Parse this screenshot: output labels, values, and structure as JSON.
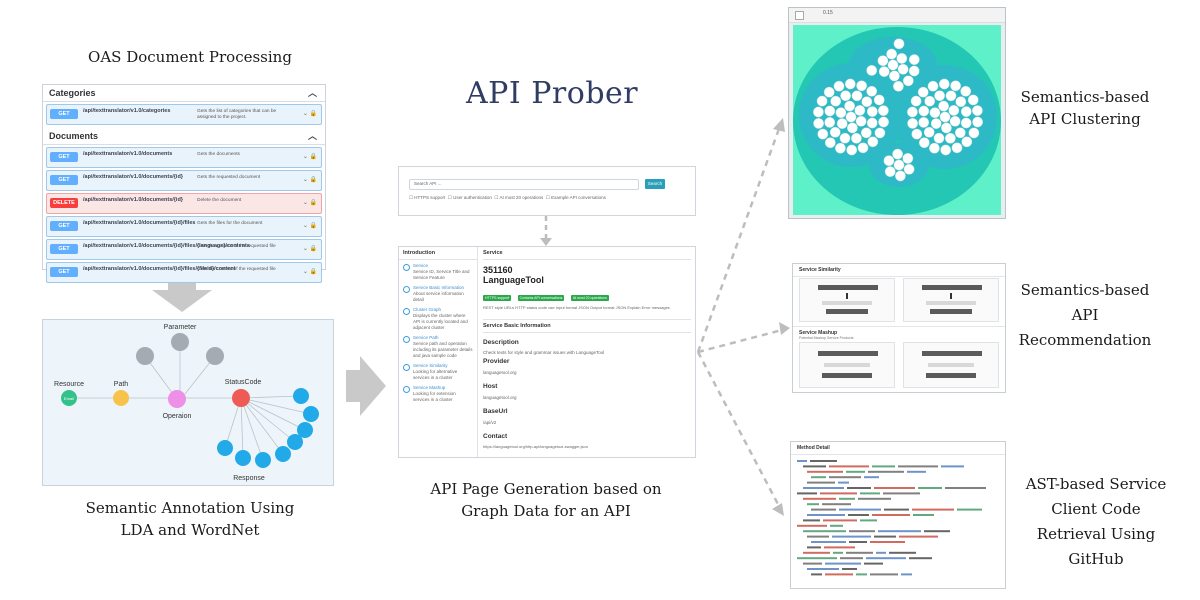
{
  "main_title": "API Prober",
  "captions": {
    "oas_processing": "OAS Document Processing",
    "semantic_annotation": [
      "Semantic Annotation Using",
      "LDA and WordNet"
    ],
    "page_generation": [
      "API Page Generation based on",
      "Graph Data for an API"
    ],
    "clustering": [
      "Semantics-based",
      "API Clustering"
    ],
    "recommendation": [
      "Semantics-based",
      "API",
      "Recommendation"
    ],
    "code_retrieval": [
      "AST-based Service",
      "Client Code",
      "Retrieval Using",
      "GitHub"
    ]
  },
  "oas": {
    "sections": [
      {
        "name": "Categories",
        "rows": [
          {
            "method": "GET",
            "path": "/api/texttranslator/v1.0/categories",
            "desc": "Gets the list of categories that can be assigned to the project."
          }
        ]
      },
      {
        "name": "Documents",
        "rows": [
          {
            "method": "GET",
            "path": "/api/texttranslator/v1.0/documents",
            "desc": "Gets the documents"
          },
          {
            "method": "GET",
            "path": "/api/texttranslator/v1.0/documents/{id}",
            "desc": "Gets the requested document"
          },
          {
            "method": "DELETE",
            "path": "/api/texttranslator/v1.0/documents/{id}",
            "desc": "Delete the document"
          },
          {
            "method": "GET",
            "path": "/api/texttranslator/v1.0/documents/{id}/files",
            "desc": "Gets the files for the document"
          },
          {
            "method": "GET",
            "path": "/api/texttranslator/v1.0/documents/{id}/files/{language}/contents",
            "desc": "Gets the content of the requested file"
          },
          {
            "method": "GET",
            "path": "/api/texttranslator/v1.0/documents/{id}/files/{fileid}/content",
            "desc": "Gets the content of the requested file"
          }
        ]
      }
    ]
  },
  "graph": {
    "labels": {
      "parameter": "Parameter",
      "resource": "Resource",
      "path": "Path",
      "statuscode": "StatusCode",
      "operation": "Operaion",
      "response": "Response",
      "resource_node": "Email"
    },
    "colors": {
      "parameter": "#a4abb3",
      "resource": "#33c28a",
      "path": "#f7c34a",
      "operation": "#ee8fe8",
      "statuscode": "#ee5a55",
      "response": "#22a9e8"
    }
  },
  "search_panel": {
    "placeholder": "Search API ...",
    "button": "Search",
    "filters": [
      "HTTPS support",
      "User authentication",
      "At most 20 operations",
      "Example API conversations"
    ]
  },
  "api_page": {
    "sidebar_title": "Introduction",
    "sidebar_items": [
      {
        "title": "Service",
        "desc": "Service ID, Service Title and Service Feature"
      },
      {
        "title": "Service Basic Information",
        "desc": "About service information detail"
      },
      {
        "title": "Cluster Graph",
        "desc": "Displays the cluster where API is currently located and adjacent cluster"
      },
      {
        "title": "Service Path",
        "desc": "Service path and operation including its parameter details and java sample code"
      },
      {
        "title": "Service Similarity",
        "desc": "Looking for alternative services in a cluster"
      },
      {
        "title": "Service Mashup",
        "desc": "Looking for extension services in a cluster"
      }
    ],
    "service_header": "Service",
    "service_id": "351160",
    "service_name": "LanguageTool",
    "badges": [
      "HTTPS support",
      "Contains API conversations",
      "At most 20 operations"
    ],
    "feature_line": "REST style URLs  HTTP status code use  Input format JSON  Output format JSON  Explain Error messages",
    "basic_info_header": "Service Basic Information",
    "description_label": "Description",
    "description_text": "Check texts for style and grammar issues with LanguageTool",
    "provider_label": "Provider",
    "provider_text": "languagetool.org",
    "host_label": "Host",
    "host_text": "languagetool.org",
    "baseurl_label": "BaseUrl",
    "baseurl_text": "/api/v2",
    "contact_label": "Contact",
    "contact_text": "https://languagetool.org/http-api/languagetool-swagger.json"
  },
  "cluster_panel": {
    "title": "0.15",
    "colors": {
      "background": "#5ef0c8",
      "outer": "#24c7b3",
      "inner": "#2db9c6",
      "node": "#ffffff"
    }
  },
  "reco_panel": {
    "similarity_header": "Service Similarity",
    "mashup_header": "Service Mashup",
    "mashup_subtitle": "Potential Mashup Service Products"
  },
  "code_panel": {
    "header": "Method Detail"
  }
}
